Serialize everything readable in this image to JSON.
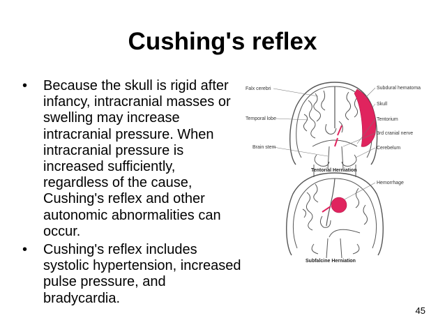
{
  "slide": {
    "title": "Cushing's reflex",
    "bullets": [
      "Because the skull is rigid after infancy, intracranial masses or swelling may increase intracranial pressure. When intracranial pressure is increased sufficiently, regardless of the cause, Cushing's reflex and other autonomic abnormalities can occur.",
      "Cushing's reflex includes systolic hypertension, increased pulse pressure, and bradycardia."
    ],
    "bullet_glyph": "•",
    "page_number": "45"
  },
  "figure": {
    "top_labels_left": [
      "Falx cerebri",
      "Temporal lobe",
      "Brain stem"
    ],
    "top_labels_right": [
      "Subdural hematoma",
      "Skull",
      "Tentorium",
      "3rd cranial nerve",
      "Cerebelum"
    ],
    "top_caption": "Tentorial Herniation",
    "bottom_label": "Hemorrhage",
    "bottom_caption": "Subfalcine Herniation",
    "colors": {
      "lesion": "#e0245e",
      "line": "#555555"
    }
  }
}
